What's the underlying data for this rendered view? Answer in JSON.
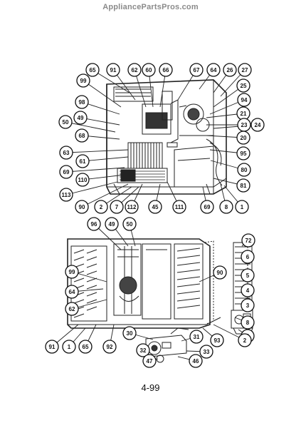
{
  "watermark": "AppliancePartsPros.com",
  "page_number": "4-99",
  "callouts_top": [
    "65",
    "91",
    "62",
    "60",
    "66",
    "67",
    "64",
    "26",
    "27",
    "99",
    "25",
    "98",
    "94",
    "49",
    "21",
    "50",
    "23",
    "24",
    "68",
    "20",
    "63",
    "95",
    "61",
    "80",
    "69",
    "110",
    "81",
    "113",
    "90",
    "2",
    "7",
    "112",
    "45",
    "111",
    "69",
    "8",
    "1"
  ],
  "callouts_bottom": [
    "96",
    "49",
    "50",
    "72",
    "90",
    "6",
    "99",
    "5",
    "64",
    "4",
    "62",
    "3",
    "8",
    "9",
    "30",
    "31",
    "91",
    "1",
    "65",
    "92",
    "93",
    "2",
    "32",
    "33",
    "47",
    "46"
  ]
}
